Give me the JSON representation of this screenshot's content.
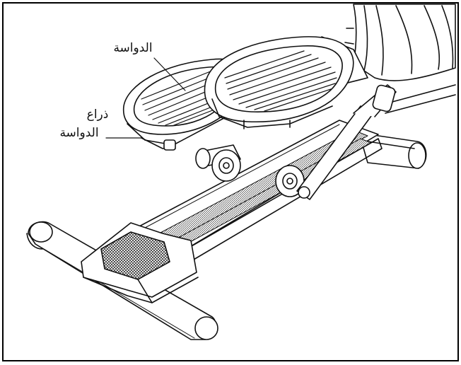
{
  "labels": {
    "pedal": "الدواسة",
    "pedal_arm_line1": "ذراع",
    "pedal_arm_line2": "الدواسة"
  },
  "colors": {
    "stroke": "#111111",
    "background": "#ffffff",
    "frame": "#000000"
  }
}
